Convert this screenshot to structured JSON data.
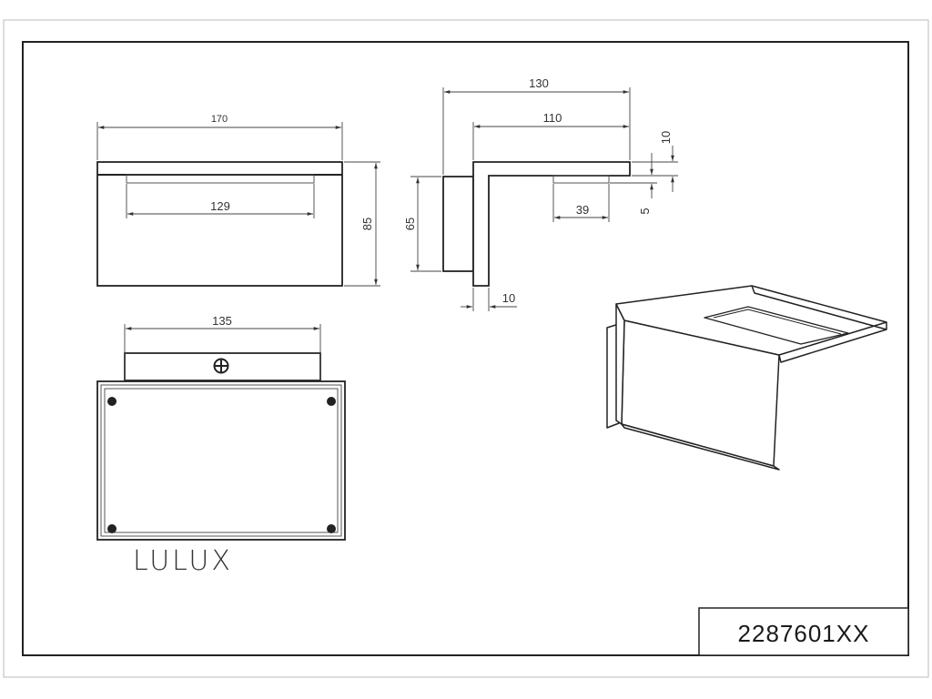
{
  "brand": "LULUX",
  "part_number": "2287601XX",
  "front_view": {
    "width": "170",
    "slot_width": "129",
    "height": "85"
  },
  "side_view": {
    "depth_total": "130",
    "depth_top": "110",
    "plate_thickness": "10",
    "slot_depth": "39",
    "slot_offset": "5",
    "back_height": "65",
    "back_thickness": "10"
  },
  "top_view": {
    "mount_width": "135"
  },
  "colors": {
    "line": "#222222",
    "background": "#ffffff"
  }
}
